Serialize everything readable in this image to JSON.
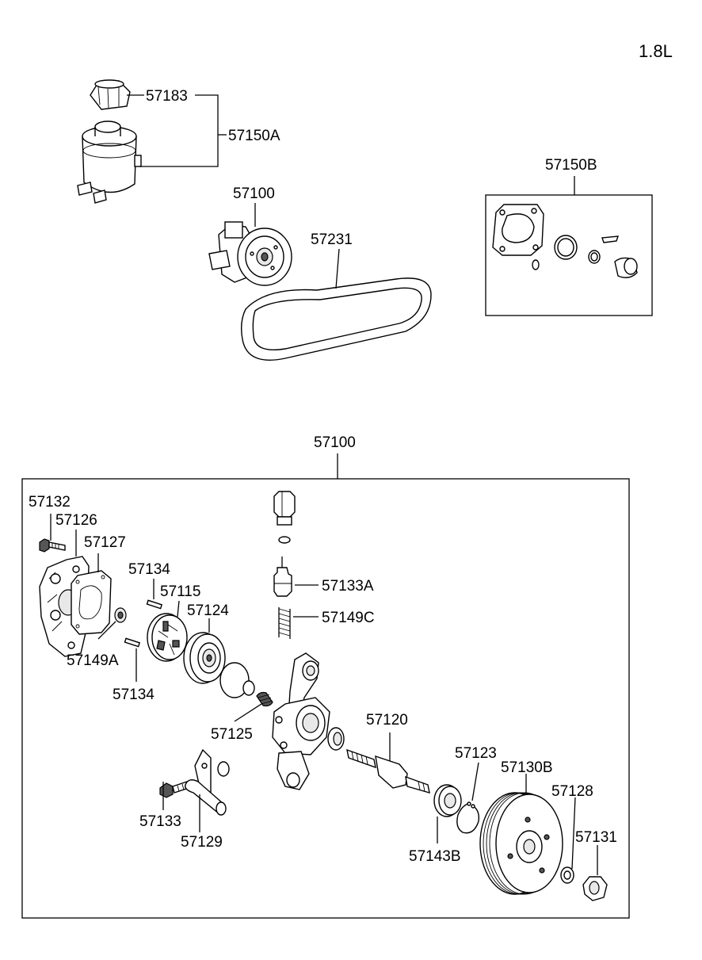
{
  "engine_label": "1.8L",
  "labels": {
    "p57183": "57183",
    "p57150A": "57150A",
    "p57100_top": "57100",
    "p57231": "57231",
    "p57150B": "57150B",
    "p57100_box": "57100",
    "p57132": "57132",
    "p57126": "57126",
    "p57127": "57127",
    "p57134_a": "57134",
    "p57115": "57115",
    "p57124": "57124",
    "p57149A": "57149A",
    "p57134_b": "57134",
    "p57133A": "57133A",
    "p57149C": "57149C",
    "p57125": "57125",
    "p57120": "57120",
    "p57123": "57123",
    "p57130B": "57130B",
    "p57128": "57128",
    "p57131": "57131",
    "p57133": "57133",
    "p57129": "57129",
    "p57143B": "57143B"
  }
}
